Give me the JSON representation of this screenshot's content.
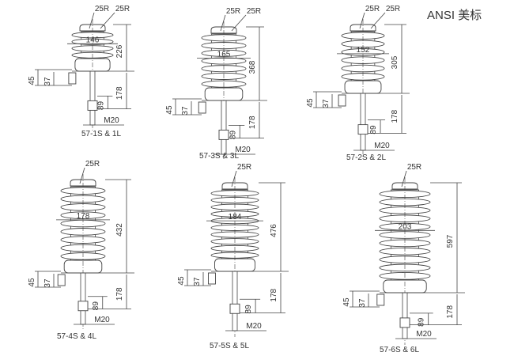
{
  "title": "ANSI 美标",
  "insulators": [
    {
      "model": "57-1S & 1L",
      "radius_labels": [
        "25R",
        "25R"
      ],
      "diameter": "146",
      "height": "226",
      "base": "178",
      "rod": "89",
      "bracket_outer": "45",
      "bracket_inner": "37",
      "thread": "M20",
      "sheds": 4
    },
    {
      "model": "57-3S & 3L",
      "radius_labels": [
        "25R",
        "25R"
      ],
      "diameter": "165",
      "height": "368",
      "base": "178",
      "rod": "89",
      "bracket_outer": "45",
      "bracket_inner": "37",
      "thread": "M20",
      "sheds": 7
    },
    {
      "model": "57-2S & 2L",
      "radius_labels": [
        "25R",
        "25R"
      ],
      "diameter": "152",
      "height": "305",
      "base": "178",
      "rod": "89",
      "bracket_outer": "45",
      "bracket_inner": "37",
      "thread": "M20",
      "sheds": 6
    },
    {
      "model": "57-4S & 4L",
      "radius_labels": [
        "25R"
      ],
      "diameter": "178",
      "height": "432",
      "base": "178",
      "rod": "89",
      "bracket_outer": "45",
      "bracket_inner": "37",
      "thread": "M20",
      "sheds": 9
    },
    {
      "model": "57-5S & 5L",
      "radius_labels": [
        "25R"
      ],
      "diameter": "184",
      "height": "476",
      "base": "178",
      "rod": "89",
      "bracket_outer": "45",
      "bracket_inner": "37",
      "thread": "M20",
      "sheds": 10
    },
    {
      "model": "57-6S & 6L",
      "radius_labels": [
        "25R"
      ],
      "diameter": "203",
      "height": "597",
      "base": "178",
      "rod": "89",
      "bracket_outer": "45",
      "bracket_inner": "37",
      "thread": "M20",
      "sheds": 11
    }
  ]
}
